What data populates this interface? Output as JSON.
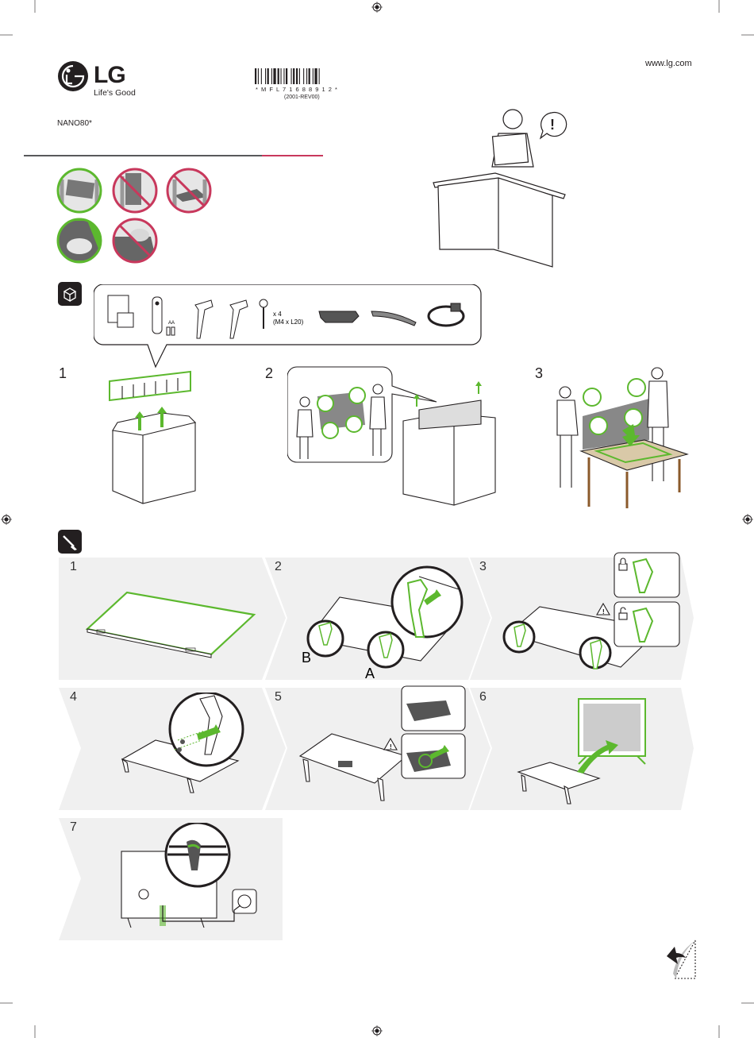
{
  "header": {
    "brand": "LG",
    "tagline": "Life's Good",
    "barcode_text": "* M F L 7 1 6 8 8 9 1 2 *",
    "barcode_rev": "(2001-REV00)",
    "model": "NANO80*",
    "url": "www.lg.com"
  },
  "accessories": {
    "screw_qty": "x 4",
    "screw_size": "(M4 x L20)",
    "battery_label": "AA"
  },
  "unpack_steps": [
    {
      "num": "1"
    },
    {
      "num": "2"
    },
    {
      "num": "3"
    }
  ],
  "assembly_steps": [
    {
      "num": "1"
    },
    {
      "num": "2",
      "label_a": "A",
      "label_b": "B"
    },
    {
      "num": "3"
    },
    {
      "num": "4"
    },
    {
      "num": "5"
    },
    {
      "num": "6"
    },
    {
      "num": "7"
    }
  ],
  "colors": {
    "accent_green": "#5cb82e",
    "prohibit_red": "#c8385c",
    "panel_gray": "#f0f0f0",
    "line_dark": "#231f20"
  }
}
